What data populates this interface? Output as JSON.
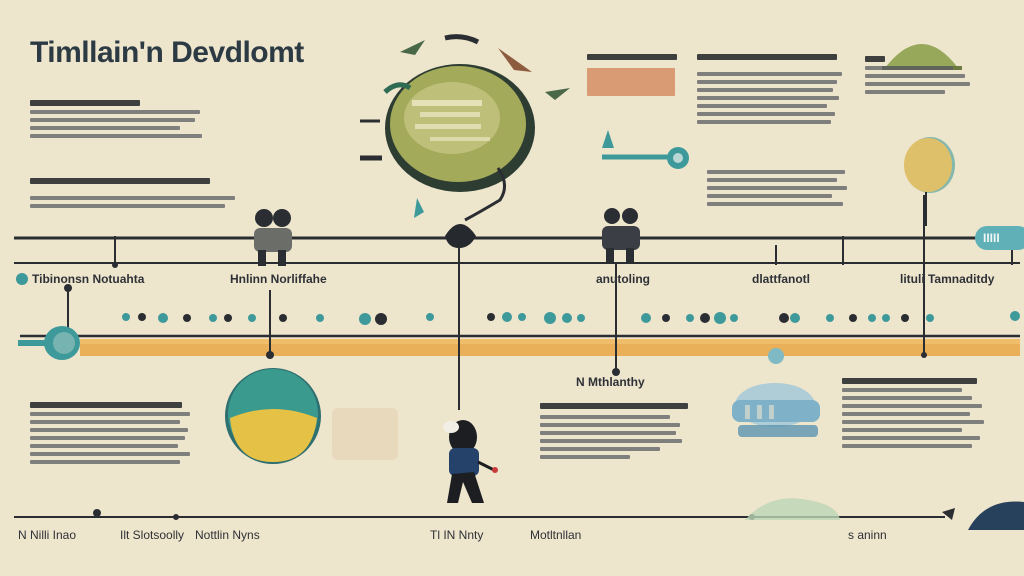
{
  "title": "Timllain'n Devdlomt",
  "labels": {
    "left_top": "Tibinonsn Notuahta",
    "left_mid": "Hnlinn Norliffahe",
    "center_date": "anutoling",
    "right_a": "dlattfanotl",
    "right_b": "lituli Tamnaditdy",
    "center_low": "N Mthlanthy",
    "bottom_1": "N Nilli Inao",
    "bottom_2": "Ilt Slotsoolly",
    "bottom_3": "Nottlin Nyns",
    "bottom_4": "Tl IN Nnty",
    "bottom_5": "Motltnllan",
    "bottom_6": "s aninn",
    "badge_right": "IIIII"
  },
  "colors": {
    "background": "#eee5cd",
    "teal": "#3e9a9a",
    "olive": "#a7b05b",
    "orange": "#e7a13b",
    "navy": "#27415c",
    "ink": "#26292d"
  },
  "icons": [
    "lightbulb-icon",
    "people-icon",
    "magnifier-icon",
    "cloud-icon",
    "sphere-icon",
    "thinking-figure-icon",
    "leaf-icon"
  ]
}
